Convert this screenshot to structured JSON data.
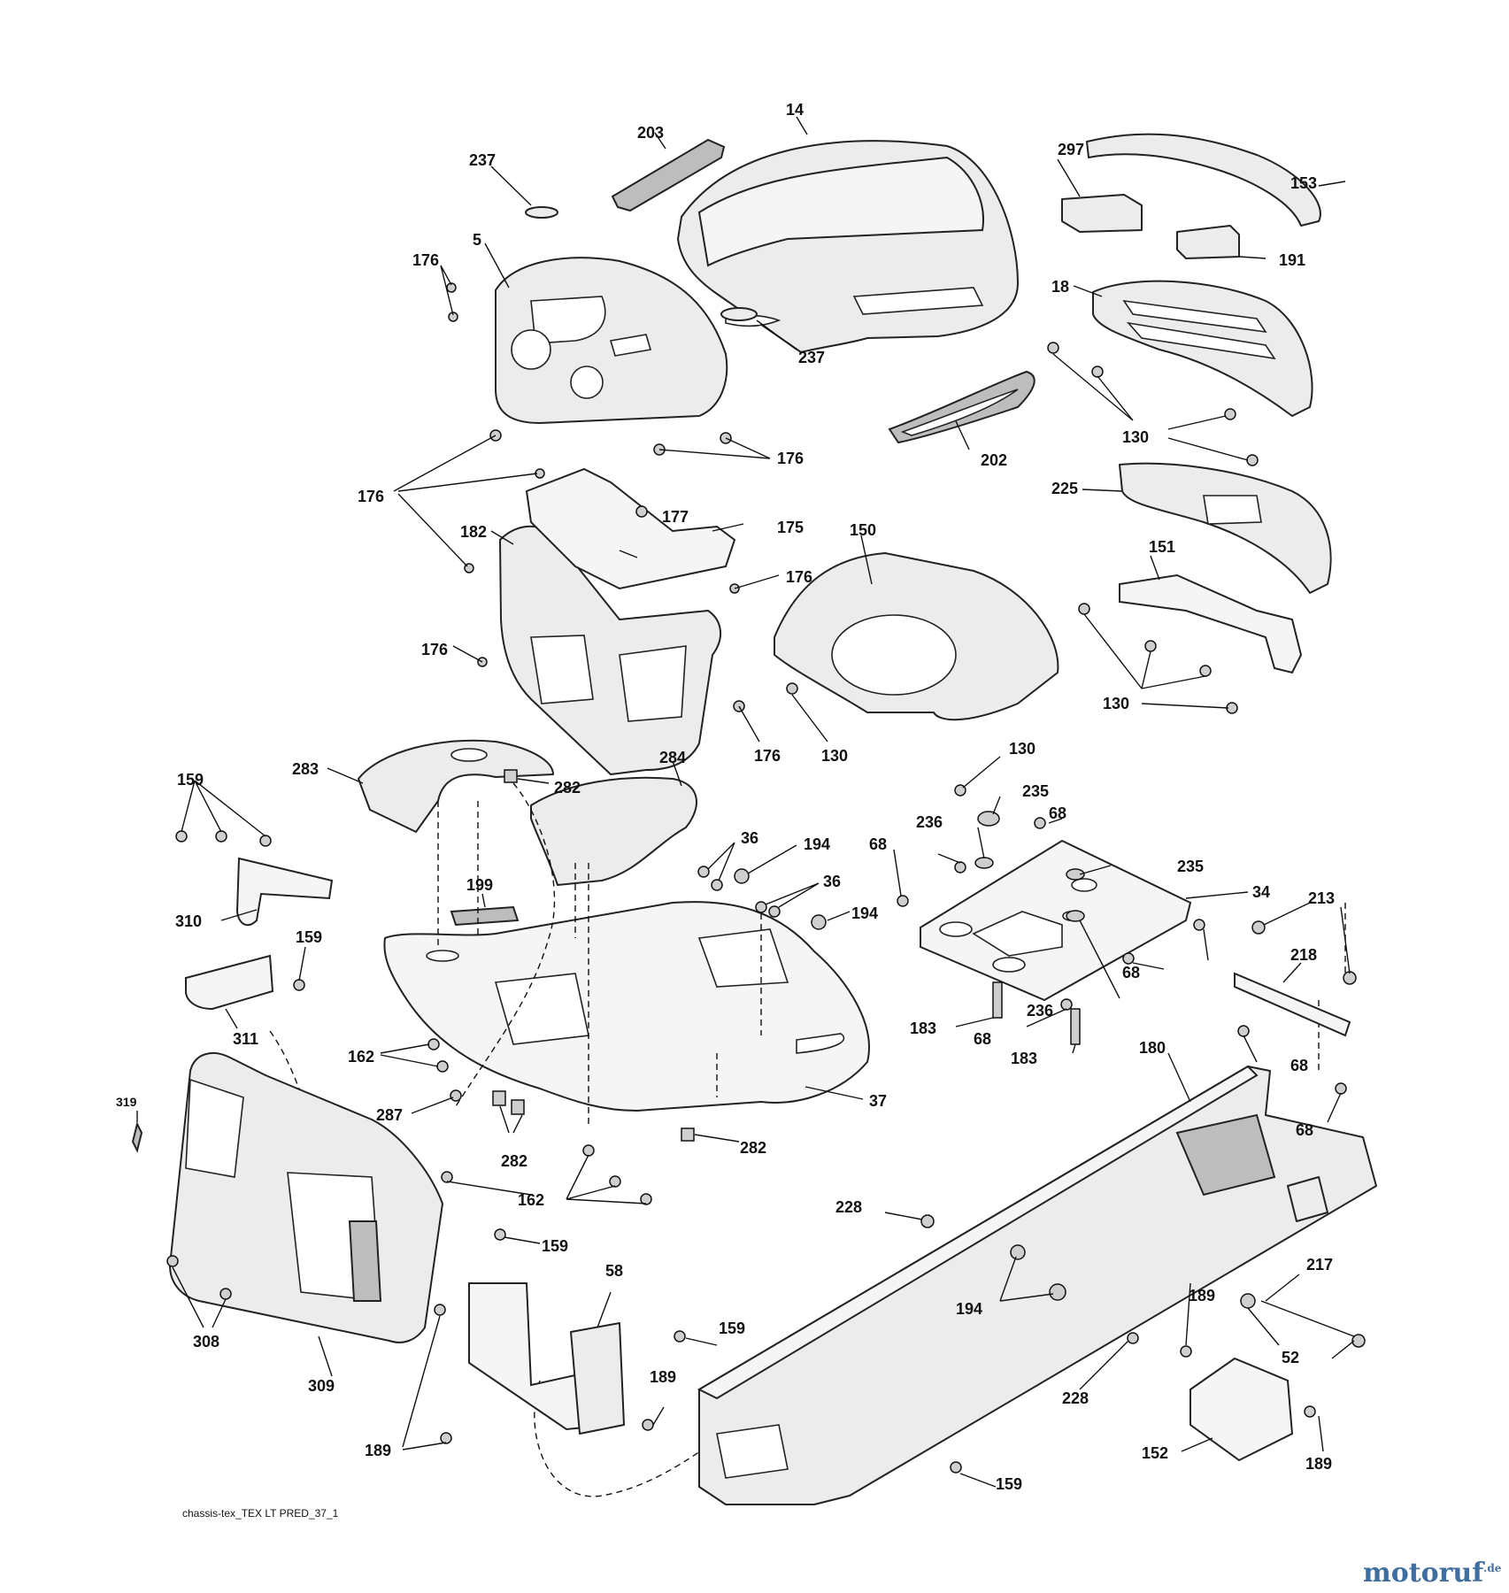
{
  "diagram": {
    "drawing_code": "chassis-tex_TEX LT PRED_37_1",
    "watermark": {
      "name": "motoruf",
      "tld": ".de"
    },
    "callouts": [
      {
        "id": "c14",
        "label": "14"
      },
      {
        "id": "c203",
        "label": "203"
      },
      {
        "id": "c237a",
        "label": "237"
      },
      {
        "id": "c297",
        "label": "297"
      },
      {
        "id": "c153",
        "label": "153"
      },
      {
        "id": "c191",
        "label": "191"
      },
      {
        "id": "c176a",
        "label": "176"
      },
      {
        "id": "c5",
        "label": "5"
      },
      {
        "id": "c237b",
        "label": "237"
      },
      {
        "id": "c18",
        "label": "18"
      },
      {
        "id": "c130a",
        "label": "130"
      },
      {
        "id": "c202",
        "label": "202"
      },
      {
        "id": "c176b",
        "label": "176"
      },
      {
        "id": "c176c",
        "label": "176"
      },
      {
        "id": "c177",
        "label": "177"
      },
      {
        "id": "c182",
        "label": "182"
      },
      {
        "id": "c175",
        "label": "175"
      },
      {
        "id": "c150",
        "label": "150"
      },
      {
        "id": "c225",
        "label": "225"
      },
      {
        "id": "c151",
        "label": "151"
      },
      {
        "id": "c176d",
        "label": "176"
      },
      {
        "id": "c176e",
        "label": "176"
      },
      {
        "id": "c176f",
        "label": "176"
      },
      {
        "id": "c130b",
        "label": "130"
      },
      {
        "id": "c130c",
        "label": "130"
      },
      {
        "id": "c130d",
        "label": "130"
      },
      {
        "id": "c159a",
        "label": "159"
      },
      {
        "id": "c283",
        "label": "283"
      },
      {
        "id": "c282a",
        "label": "282"
      },
      {
        "id": "c284",
        "label": "284"
      },
      {
        "id": "c235a",
        "label": "235"
      },
      {
        "id": "c68a",
        "label": "68"
      },
      {
        "id": "c236a",
        "label": "236"
      },
      {
        "id": "c36a",
        "label": "36"
      },
      {
        "id": "c194a",
        "label": "194"
      },
      {
        "id": "c68b",
        "label": "68"
      },
      {
        "id": "c235b",
        "label": "235"
      },
      {
        "id": "c36b",
        "label": "36"
      },
      {
        "id": "c34",
        "label": "34"
      },
      {
        "id": "c310",
        "label": "310"
      },
      {
        "id": "c199",
        "label": "199"
      },
      {
        "id": "c194b",
        "label": "194"
      },
      {
        "id": "c213",
        "label": "213"
      },
      {
        "id": "c159b",
        "label": "159"
      },
      {
        "id": "c218",
        "label": "218"
      },
      {
        "id": "c68c",
        "label": "68"
      },
      {
        "id": "c236b",
        "label": "236"
      },
      {
        "id": "c311",
        "label": "311"
      },
      {
        "id": "c183a",
        "label": "183"
      },
      {
        "id": "c68d",
        "label": "68"
      },
      {
        "id": "c162a",
        "label": "162"
      },
      {
        "id": "c183b",
        "label": "183"
      },
      {
        "id": "c180",
        "label": "180"
      },
      {
        "id": "c68e",
        "label": "68"
      },
      {
        "id": "c37",
        "label": "37"
      },
      {
        "id": "c319",
        "label": "319"
      },
      {
        "id": "c287",
        "label": "287"
      },
      {
        "id": "c68f",
        "label": "68"
      },
      {
        "id": "c282b",
        "label": "282"
      },
      {
        "id": "c282c",
        "label": "282"
      },
      {
        "id": "c162b",
        "label": "162"
      },
      {
        "id": "c228a",
        "label": "228"
      },
      {
        "id": "c159c",
        "label": "159"
      },
      {
        "id": "c217",
        "label": "217"
      },
      {
        "id": "c58",
        "label": "58"
      },
      {
        "id": "c194c",
        "label": "194"
      },
      {
        "id": "c189a",
        "label": "189"
      },
      {
        "id": "c308",
        "label": "308"
      },
      {
        "id": "c159d",
        "label": "159"
      },
      {
        "id": "c52",
        "label": "52"
      },
      {
        "id": "c189b",
        "label": "189"
      },
      {
        "id": "c309",
        "label": "309"
      },
      {
        "id": "c228b",
        "label": "228"
      },
      {
        "id": "c189c",
        "label": "189"
      },
      {
        "id": "c152",
        "label": "152"
      },
      {
        "id": "c189d",
        "label": "189"
      },
      {
        "id": "c159e",
        "label": "159"
      }
    ]
  }
}
